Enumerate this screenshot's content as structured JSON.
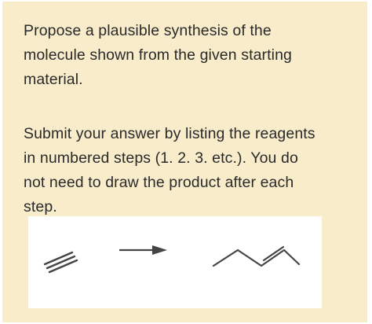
{
  "question": {
    "prompt_lines": [
      "Propose a plausible synthesis of the",
      "molecule shown from the given starting",
      "material."
    ],
    "instruction_lines": [
      "Submit your answer by listing the reagents",
      "in numbered steps (1. 2. 3. etc.).  You do",
      "not need to draw the product after each",
      "step."
    ]
  },
  "scheme": {
    "starting_material": "ethyne-triple-bond",
    "product": "pent-2-ene-skeletal",
    "stroke_color": "#444444",
    "arrow_color": "#444444"
  },
  "colors": {
    "card_background": "#f8eccb",
    "panel_background": "#ffffff",
    "text": "#2a2a2a"
  }
}
